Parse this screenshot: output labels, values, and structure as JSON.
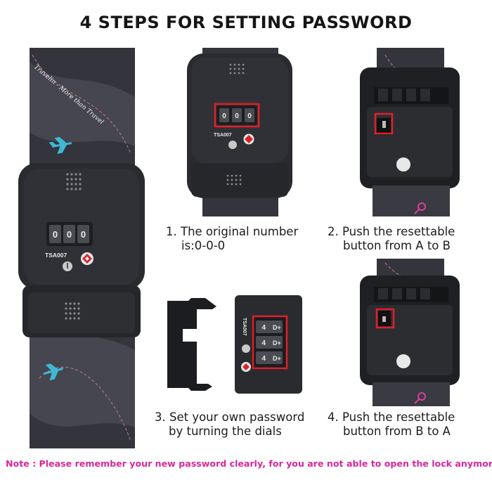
{
  "title": "4 STEPS FOR SETTING PASSWORD",
  "lock": {
    "model": "TSA007",
    "strap_text": "Travelin - More than Travel",
    "dial_digits": [
      "0",
      "0",
      "0"
    ],
    "dial_digits_set": [
      "4",
      "4",
      "4"
    ]
  },
  "steps": [
    {
      "line1": "1. The original number",
      "line2": "is:0-0-0"
    },
    {
      "line1": "2. Push the resettable",
      "line2": "button from A to B"
    },
    {
      "line1": "3. Set your own password",
      "line2": "by turning the dials"
    },
    {
      "line1": "4. Push the resettable",
      "line2": "button from B to A"
    }
  ],
  "note": "Note : Please remember your new password clearly,  for you are not able to open the lock anymore",
  "colors": {
    "highlight_box": "#e0202a",
    "note_text": "#d8289a",
    "lock_body": "#2a2b2e",
    "strap": "#3a3b42",
    "plane_icon": "#3fb8d6"
  }
}
